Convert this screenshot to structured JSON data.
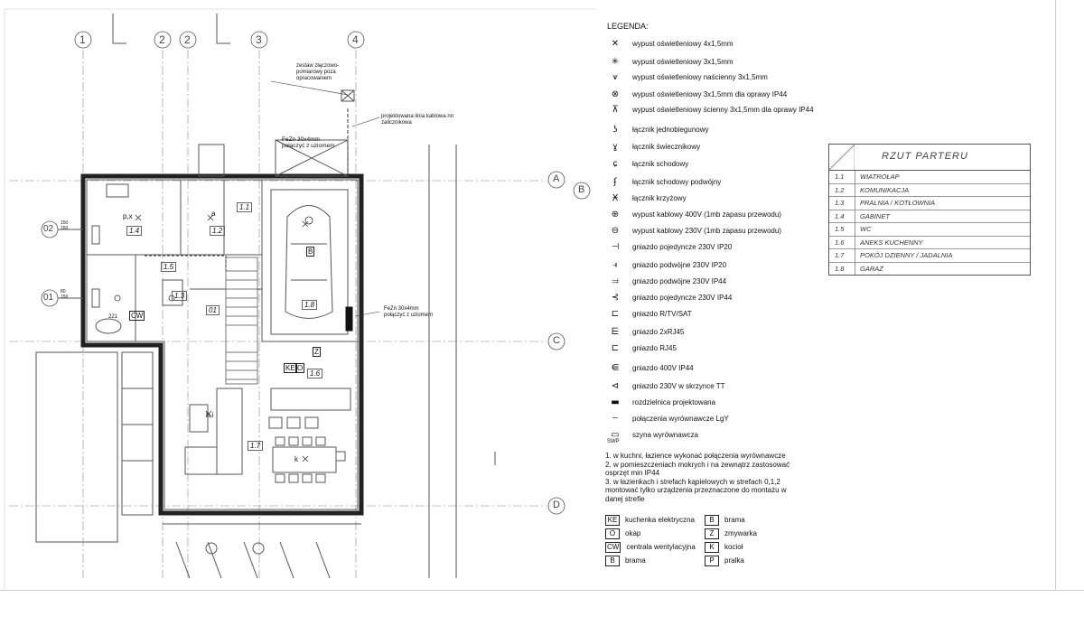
{
  "plan": {
    "axes_top": [
      "1",
      "2",
      "2",
      "3",
      "4"
    ],
    "axes_side": [
      "A",
      "B",
      "C",
      "D"
    ],
    "left_markers": [
      "02",
      "01"
    ],
    "left_marker_dims": [
      "150\n150",
      "80\n150"
    ],
    "annotations": {
      "zestaw": "zestaw złączowo-\npomiarowy poza\nopracowaniem",
      "projektowana": "projektowana linia kablowa nn\nzalicznikowa",
      "fezn_top": "FeZn 30x4mm\npołączyć z uziomem",
      "fezn_right": "FeZn 30x4mm\npołączyć z uziomem"
    },
    "room_tags": [
      "1.4",
      "1.3",
      "1.2",
      "1.1",
      "1.5",
      "1.6",
      "1.7",
      "1.8",
      "01"
    ],
    "labels": [
      "CW",
      "KE",
      "O",
      "Z",
      "B",
      "h,i",
      "k",
      "p,x",
      "a",
      "221"
    ]
  },
  "legend": {
    "title": "LEGENDA:",
    "items": [
      {
        "icon": "cross-icon",
        "glyph": "✕",
        "label": "wypust oświetleniowy 4x1,5mm"
      },
      {
        "icon": "star-icon",
        "glyph": "✳",
        "label": "wypust oświetleniowy 3x1,5mm"
      },
      {
        "icon": "wall-light-icon",
        "glyph": "⩛",
        "label": "wypust oświetleniowy naścienny 3x1,5mm"
      },
      {
        "icon": "circle-cross-icon",
        "glyph": "⊗",
        "label": "wypust oświetleniowy 3x1,5mm dla oprawy IP44"
      },
      {
        "icon": "wall-ip44-icon",
        "glyph": "⊼",
        "label": "wypust oświetleniowy ścienny 3x1,5mm dla oprawy IP44"
      },
      {
        "icon": "switch-single-icon",
        "glyph": "ʖ",
        "label": "łącznik jednobiegunowy"
      },
      {
        "icon": "switch-chandelier-icon",
        "glyph": "ɣ",
        "label": "łącznik świecznikowy"
      },
      {
        "icon": "switch-stair-icon",
        "glyph": "ɕ",
        "label": "łącznik schodowy"
      },
      {
        "icon": "switch-stair-double-icon",
        "glyph": "ʄ",
        "label": "łącznik schodowy podwójny"
      },
      {
        "icon": "switch-cross-icon",
        "glyph": "Ӿ",
        "label": "łącznik krzyżowy"
      },
      {
        "icon": "cable-400-icon",
        "glyph": "⊕",
        "label": "wypust kablowy 400V (1mb zapasu przewodu)"
      },
      {
        "icon": "cable-230-icon",
        "glyph": "⊖",
        "label": "wypust kablowy 230V (1mb zapasu przewodu)"
      },
      {
        "icon": "socket-single-icon",
        "glyph": "⊣",
        "label": "gniazdo pojedyncze 230V IP20"
      },
      {
        "icon": "socket-double-icon",
        "glyph": "⫣",
        "label": "gniazdo podwójne 230V IP20"
      },
      {
        "icon": "socket-double-ip44-icon",
        "glyph": "⫤",
        "label": "gniazdo podwójne 230V IP44"
      },
      {
        "icon": "socket-single-ip44-icon",
        "glyph": "⊰",
        "label": "gniazdo pojedyncze 230V IP44"
      },
      {
        "icon": "socket-rtv-icon",
        "glyph": "⊏",
        "label": "gniazdo R/TV/SAT"
      },
      {
        "icon": "socket-2rj45-icon",
        "glyph": "⋿",
        "label": "gniazdo 2xRJ45"
      },
      {
        "icon": "socket-rj45-icon",
        "glyph": "⊏",
        "label": "gniazdo RJ45"
      },
      {
        "icon": "socket-400-icon",
        "glyph": "⋹",
        "label": "gniazdo 400V IP44"
      },
      {
        "icon": "socket-tt-icon",
        "glyph": "⊲",
        "label": "gniazdo 230V w skrzynce TT"
      },
      {
        "icon": "distribution-board-icon",
        "glyph": "▬",
        "label": "rozdzielnica projektowana"
      },
      {
        "icon": "bonding-line-icon",
        "glyph": "┄",
        "label": "połączenia wyrównawcze LgY"
      },
      {
        "icon": "bonding-bar-icon",
        "glyph": "▭",
        "label": "szyna wyrównawcza"
      }
    ],
    "swp": "SWP"
  },
  "notes": [
    "1. w kuchni, łazience wykonać połączenia wyrównawcze",
    "2. w pomieszczeniach mokrych i na zewnątrz zastosować osprzęt min IP44",
    "3. w łazienkach i strefach kąpielowych w strefach 0,1,2 montować tylko urządzenia przeznaczone do montażu w danej strefie"
  ],
  "abbreviations": [
    {
      "code": "KE",
      "label": "kuchenka elektryczna"
    },
    {
      "code": "B",
      "label": "brama"
    },
    {
      "code": "O",
      "label": "okap"
    },
    {
      "code": "Z",
      "label": "zmywarka"
    },
    {
      "code": "CW",
      "label": "centrala wentylacyjna"
    },
    {
      "code": "K",
      "label": "kocioł"
    },
    {
      "code": "B",
      "label": "brama"
    },
    {
      "code": "P",
      "label": "pralka"
    }
  ],
  "rooms_table": {
    "title": "RZUT  PARTERU",
    "rows": [
      {
        "no": "1.1",
        "name": "WIATROŁAP"
      },
      {
        "no": "1.2",
        "name": "KOMUNIKACJA"
      },
      {
        "no": "1.3",
        "name": "PRALNIA / KOTŁOWNIA"
      },
      {
        "no": "1.4",
        "name": "GABINET"
      },
      {
        "no": "1.5",
        "name": "WC"
      },
      {
        "no": "1.6",
        "name": "ANEKS KUCHENNY"
      },
      {
        "no": "1.7",
        "name": "POKÓJ DZIENNY / JADALNIA"
      },
      {
        "no": "1.8",
        "name": "GARAŻ"
      }
    ]
  }
}
